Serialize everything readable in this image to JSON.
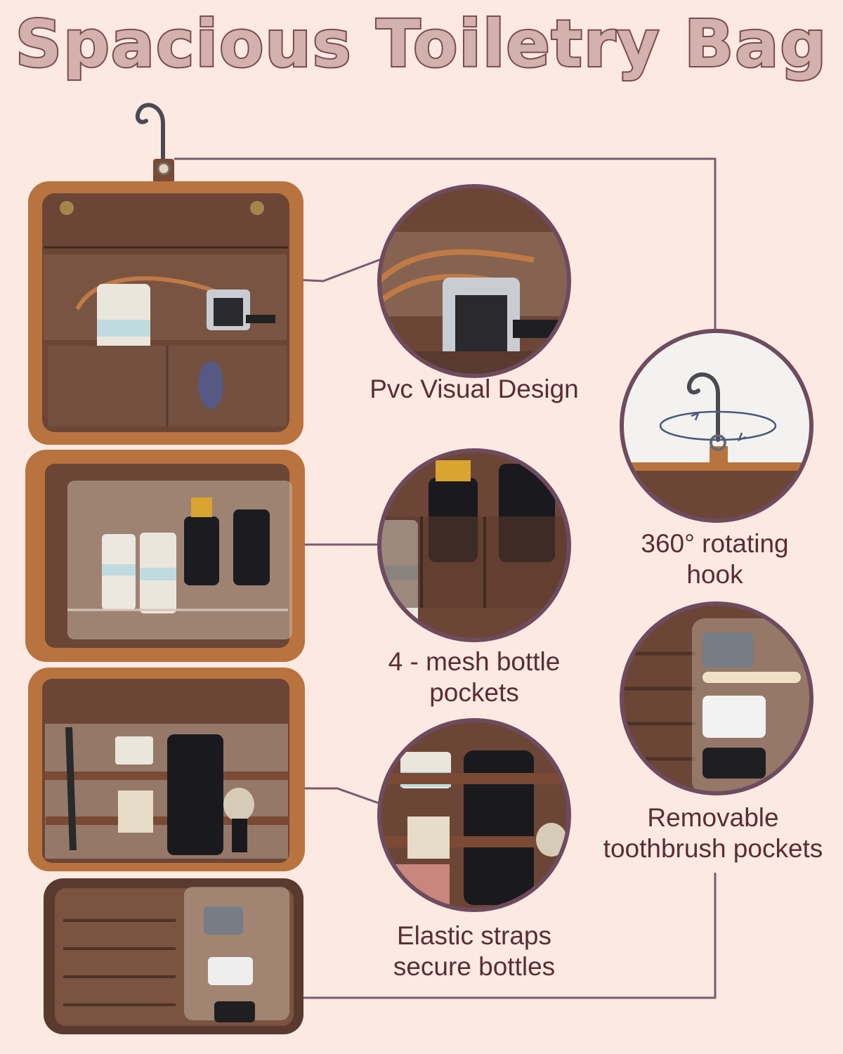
{
  "title": "Spacious Toiletry Bag",
  "features": {
    "pvc": {
      "label": "Pvc Visual Design"
    },
    "mesh": {
      "line1": "4 - mesh bottle",
      "line2": "pockets"
    },
    "elastic": {
      "line1": "Elastic straps",
      "line2": "secure bottles"
    },
    "hook": {
      "line1": "360° rotating",
      "line2": "hook"
    },
    "toothbrush": {
      "line1": "Removable",
      "line2": "toothbrush pockets"
    }
  },
  "colors": {
    "background": "#fbe9e2",
    "title_fill": "#d3b1ac",
    "title_outline": "#7b4b52",
    "label_text": "#5a2d35",
    "leader_line": "#7b5a6e",
    "leather": "#b8733f",
    "lining": "#6b4636",
    "circle_border": "#6e4b5e"
  }
}
